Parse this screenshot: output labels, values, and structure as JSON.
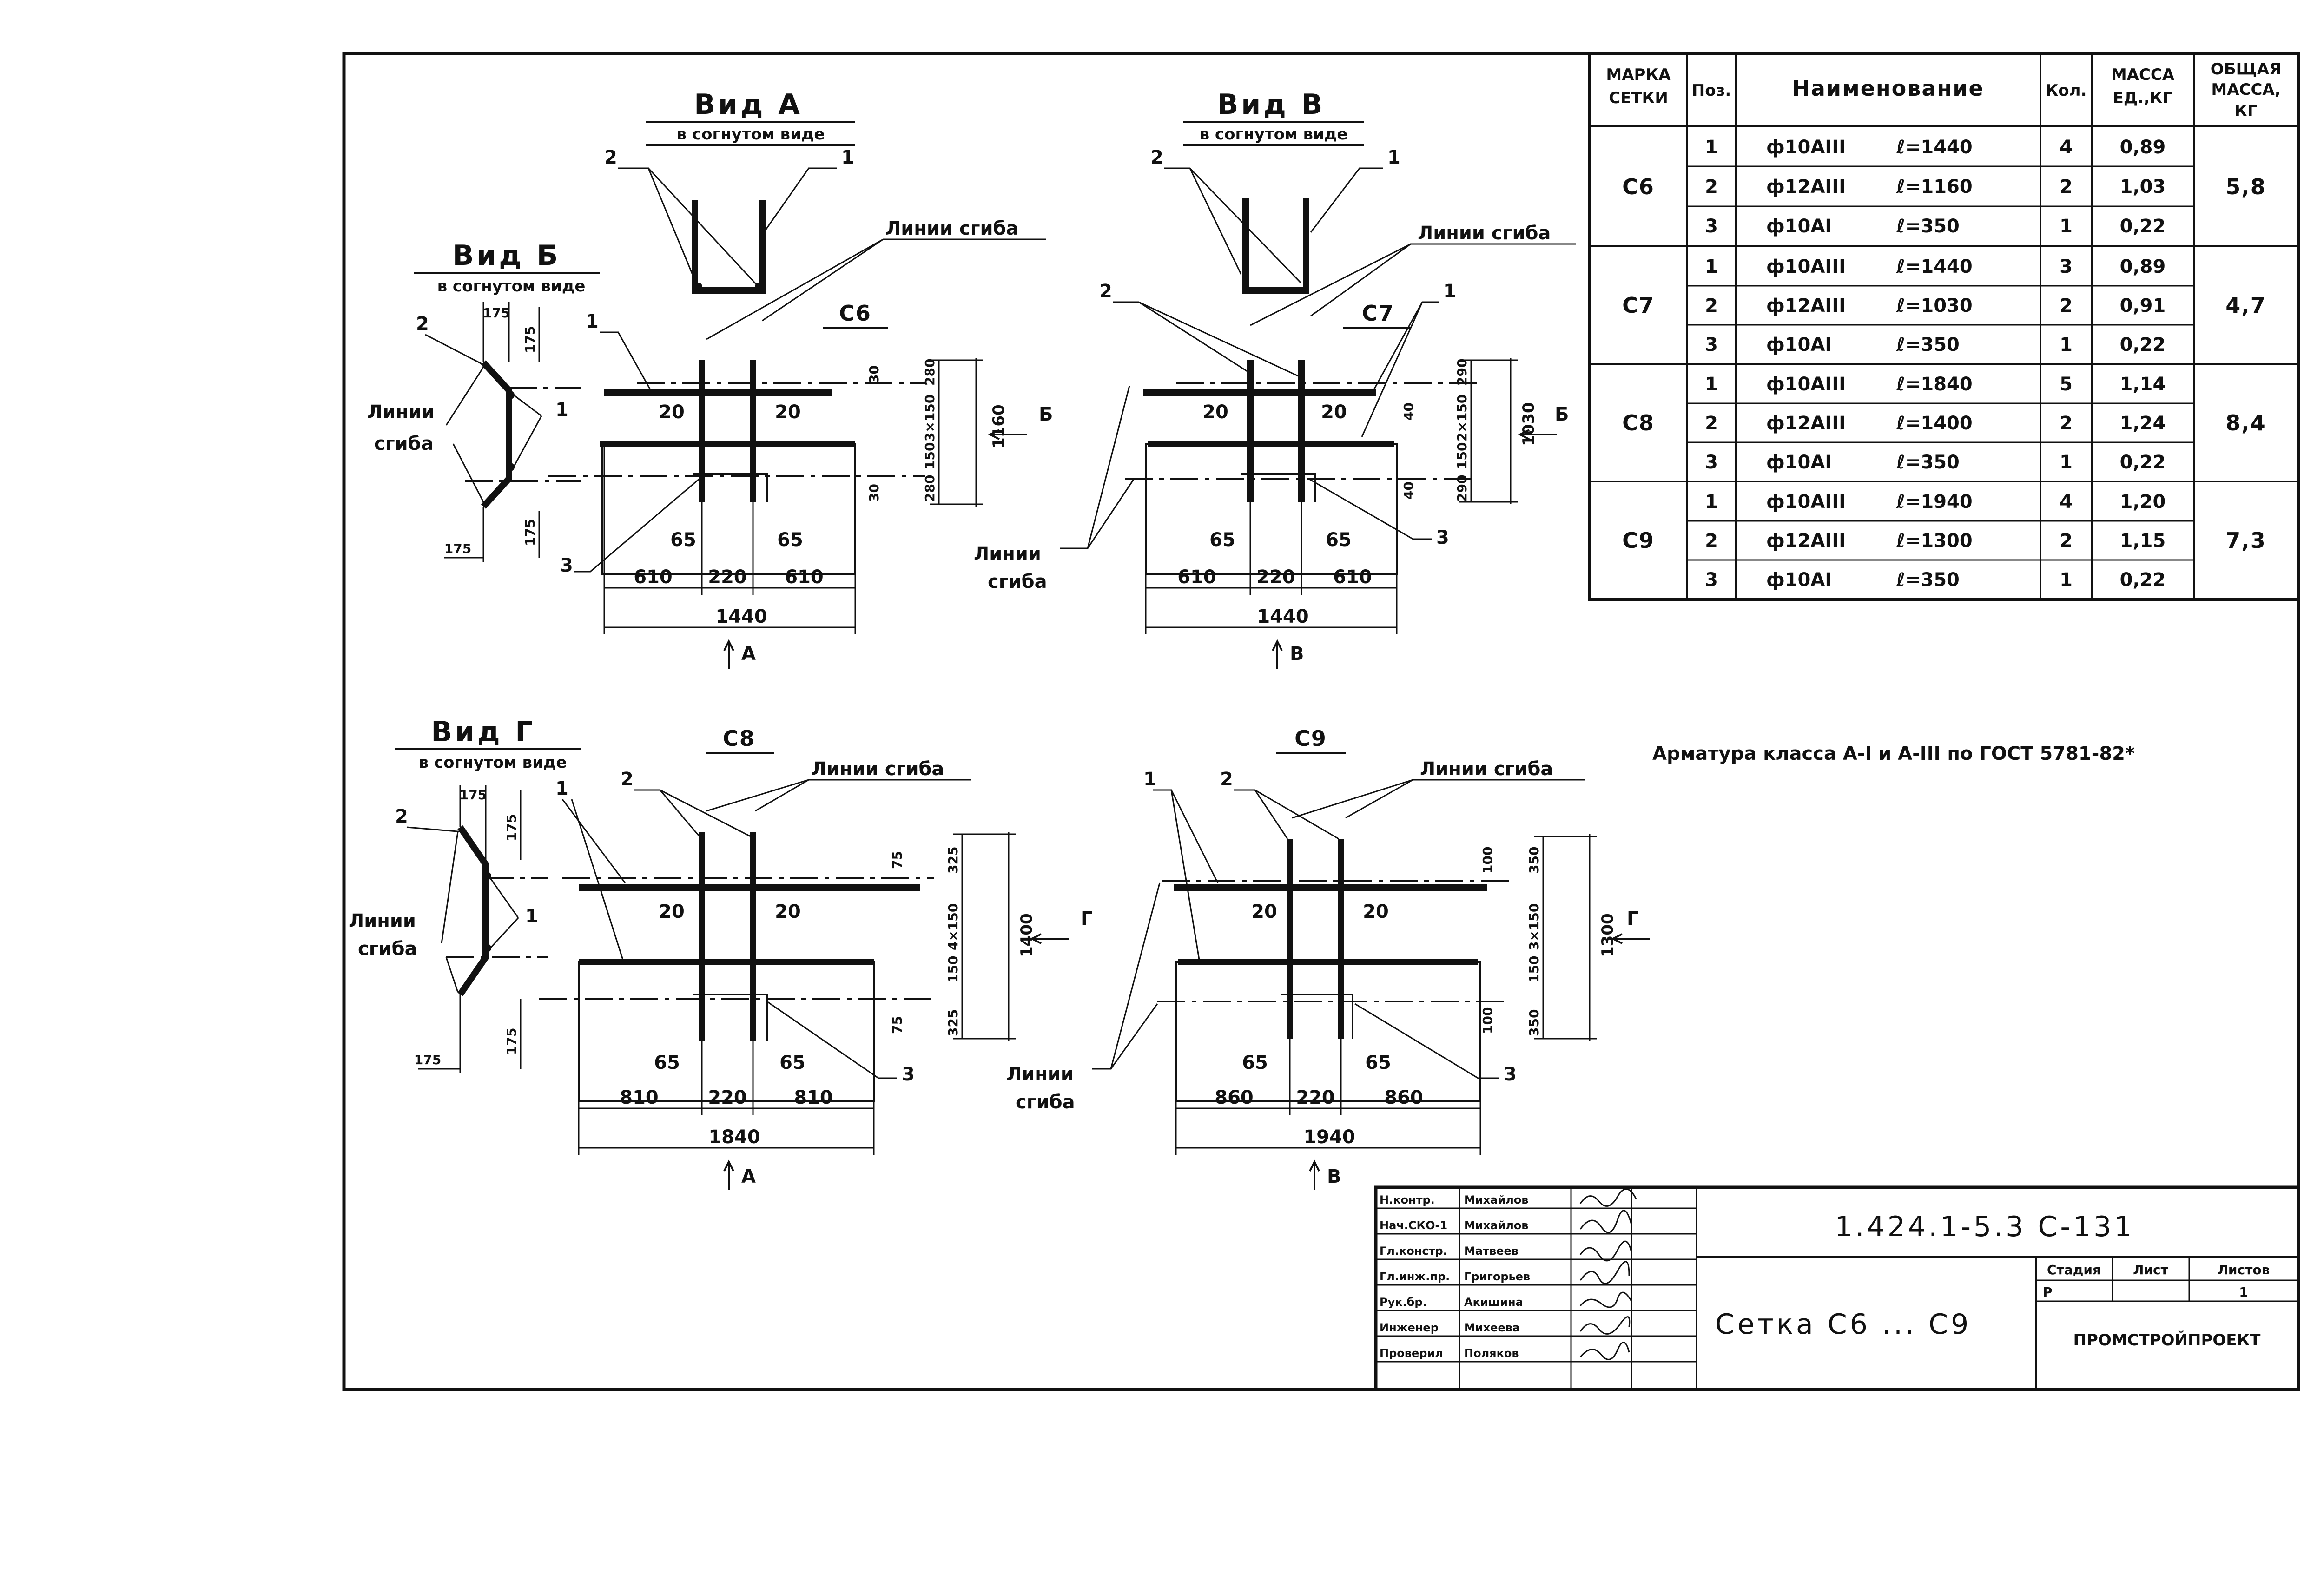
{
  "specification_table": {
    "headers": {
      "mark": "МАРКА СЕТКИ",
      "mark_l1": "МАРКА",
      "mark_l2": "СЕТКИ",
      "pos": "Поз.",
      "name": "Наименование",
      "qty": "Кол.",
      "unit_mass_l1": "МАССА",
      "unit_mass_l2": "ЕД.,КГ",
      "total_mass_l1": "ОБЩАЯ",
      "total_mass_l2": "МАССА,",
      "total_mass_l3": "КГ"
    },
    "groups": [
      {
        "mark": "С6",
        "total": "5,8",
        "rows": [
          {
            "pos": "1",
            "dia": "ф10АIII",
            "len": "ℓ=1440",
            "qty": "4",
            "mass": "0,89"
          },
          {
            "pos": "2",
            "dia": "ф12АIII",
            "len": "ℓ=1160",
            "qty": "2",
            "mass": "1,03"
          },
          {
            "pos": "3",
            "dia": "ф10АI",
            "len": "ℓ=350",
            "qty": "1",
            "mass": "0,22"
          }
        ]
      },
      {
        "mark": "С7",
        "total": "4,7",
        "rows": [
          {
            "pos": "1",
            "dia": "ф10АIII",
            "len": "ℓ=1440",
            "qty": "3",
            "mass": "0,89"
          },
          {
            "pos": "2",
            "dia": "ф12АIII",
            "len": "ℓ=1030",
            "qty": "2",
            "mass": "0,91"
          },
          {
            "pos": "3",
            "dia": "ф10АI",
            "len": "ℓ=350",
            "qty": "1",
            "mass": "0,22"
          }
        ]
      },
      {
        "mark": "С8",
        "total": "8,4",
        "rows": [
          {
            "pos": "1",
            "dia": "ф10АIII",
            "len": "ℓ=1840",
            "qty": "5",
            "mass": "1,14"
          },
          {
            "pos": "2",
            "dia": "ф12АIII",
            "len": "ℓ=1400",
            "qty": "2",
            "mass": "1,24"
          },
          {
            "pos": "3",
            "dia": "ф10АI",
            "len": "ℓ=350",
            "qty": "1",
            "mass": "0,22"
          }
        ]
      },
      {
        "mark": "С9",
        "total": "7,3",
        "rows": [
          {
            "pos": "1",
            "dia": "ф10АIII",
            "len": "ℓ=1940",
            "qty": "4",
            "mass": "1,20"
          },
          {
            "pos": "2",
            "dia": "ф12АIII",
            "len": "ℓ=1300",
            "qty": "2",
            "mass": "1,15"
          },
          {
            "pos": "3",
            "dia": "ф10АI",
            "len": "ℓ=350",
            "qty": "1",
            "mass": "0,22"
          }
        ]
      }
    ]
  },
  "note": "Арматура класса А-I и А-III по ГОСТ 5781-82*",
  "labels": {
    "view_a": "Вид А",
    "view_b": "Вид Б",
    "view_v": "Вид В",
    "view_g": "Вид Г",
    "bent": "в согнутом виде",
    "bend_lines": "Линии сгиба",
    "bend_l1": "Линии",
    "bend_l2": "сгиба",
    "pos1": "1",
    "pos2": "2",
    "pos3": "3",
    "arrow_a": "А",
    "arrow_b": "Б",
    "arrow_v": "В",
    "arrow_g": "Г"
  },
  "drawings": {
    "c6": {
      "mark": "С6",
      "total": "1440",
      "side": "610",
      "mid": "220",
      "h": "1160",
      "v_top": "280",
      "v_mid": "3×150",
      "v_gap": "150",
      "v_bot": "280",
      "end": "30",
      "off": "20",
      "hook": "65"
    },
    "c7": {
      "mark": "С7",
      "total": "1440",
      "side": "610",
      "mid": "220",
      "h": "1030",
      "v_top": "290",
      "v_mid": "2×150",
      "v_gap": "150",
      "v_bot": "290",
      "end": "40",
      "off": "20",
      "hook": "65"
    },
    "c8": {
      "mark": "С8",
      "total": "1840",
      "side": "810",
      "mid": "220",
      "h": "1400",
      "v_top": "325",
      "v_mid": "4×150",
      "v_gap": "150",
      "v_bot": "325",
      "end": "75",
      "off": "20",
      "hook": "65"
    },
    "c9": {
      "mark": "С9",
      "total": "1940",
      "side": "860",
      "mid": "220",
      "h": "1300",
      "v_top": "350",
      "v_mid": "3×150",
      "v_gap": "150",
      "v_bot": "350",
      "end": "100",
      "off": "20",
      "hook": "65"
    },
    "bend_dim": "175"
  },
  "title_block": {
    "code": "1.424.1-5.3 С-131",
    "title": "Сетка С6 ... С9",
    "stage_label": "Стадия",
    "sheet_label": "Лист",
    "sheets_label": "Листов",
    "stage": "Р",
    "sheets": "1",
    "org": "ПРОМСТРОЙПРОЕКТ",
    "people": [
      {
        "role": "Н.контр.",
        "name": "Михайлов"
      },
      {
        "role": "Нач.СКО-1",
        "name": "Михайлов"
      },
      {
        "role": "Гл.констр.",
        "name": "Матвеев"
      },
      {
        "role": "Гл.инж.пр.",
        "name": "Григорьев"
      },
      {
        "role": "Рук.бр.",
        "name": "Акишина"
      },
      {
        "role": "Инженер",
        "name": "Михеева"
      },
      {
        "role": "Проверил",
        "name": "Поляков"
      }
    ]
  }
}
